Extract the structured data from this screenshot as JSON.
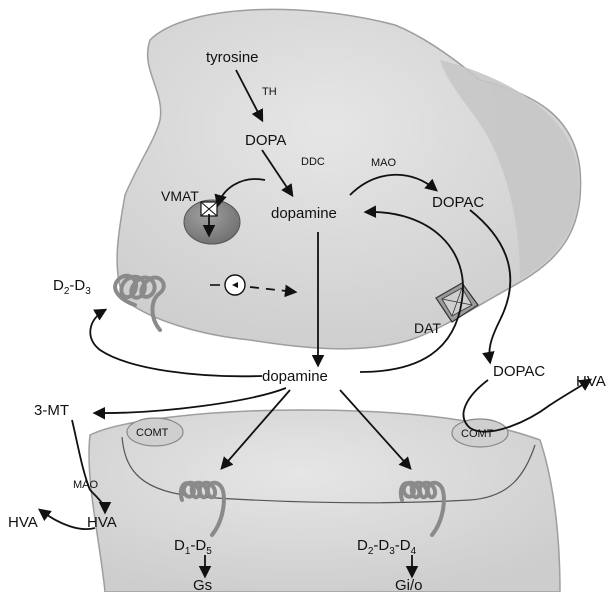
{
  "labels": {
    "tyrosine": "tyrosine",
    "th": "TH",
    "dopa": "DOPA",
    "ddc": "DDC",
    "mao_top": "MAO",
    "dopac_inner": "DOPAC",
    "vmat": "VMAT",
    "dopamine_presynaptic": "dopamine",
    "d2d3_main": "D",
    "d2d3_sub": "2",
    "d2d3_rest": "-D",
    "d2d3_sub2": "3",
    "dat": "DAT",
    "dopamine_cleft": "dopamine",
    "dopac_outer": "DOPAC",
    "hva_right": "HVA",
    "three_mt": "3-MT",
    "comt_left": "COMT",
    "comt_right": "COMT",
    "mao_bottom": "MAO",
    "hva_bottom_inner": "HVA",
    "hva_bottom_left": "HVA",
    "d1d5_a": "D",
    "d1d5_sub1": "1",
    "d1d5_b": "-D",
    "d1d5_sub2": "5",
    "gs": "Gs",
    "d2d3d4_a": "D",
    "d2d3d4_sub1": "2",
    "d2d3d4_b": "-D",
    "d2d3d4_sub2": "3",
    "d2d3d4_c": "-D",
    "d2d3d4_sub3": "4",
    "gio": "Gi/o"
  },
  "colors": {
    "cell_fill": "#d9d9d9",
    "cell_stroke": "#9e9e9e",
    "vesicle": "#8c8c8c",
    "comt_fill": "#cfcfcf",
    "line": "#111111"
  },
  "icons": {
    "vmat": "vmat-transporter-icon",
    "dat": "dat-transporter-icon",
    "receptor": "receptor-coil-icon"
  }
}
